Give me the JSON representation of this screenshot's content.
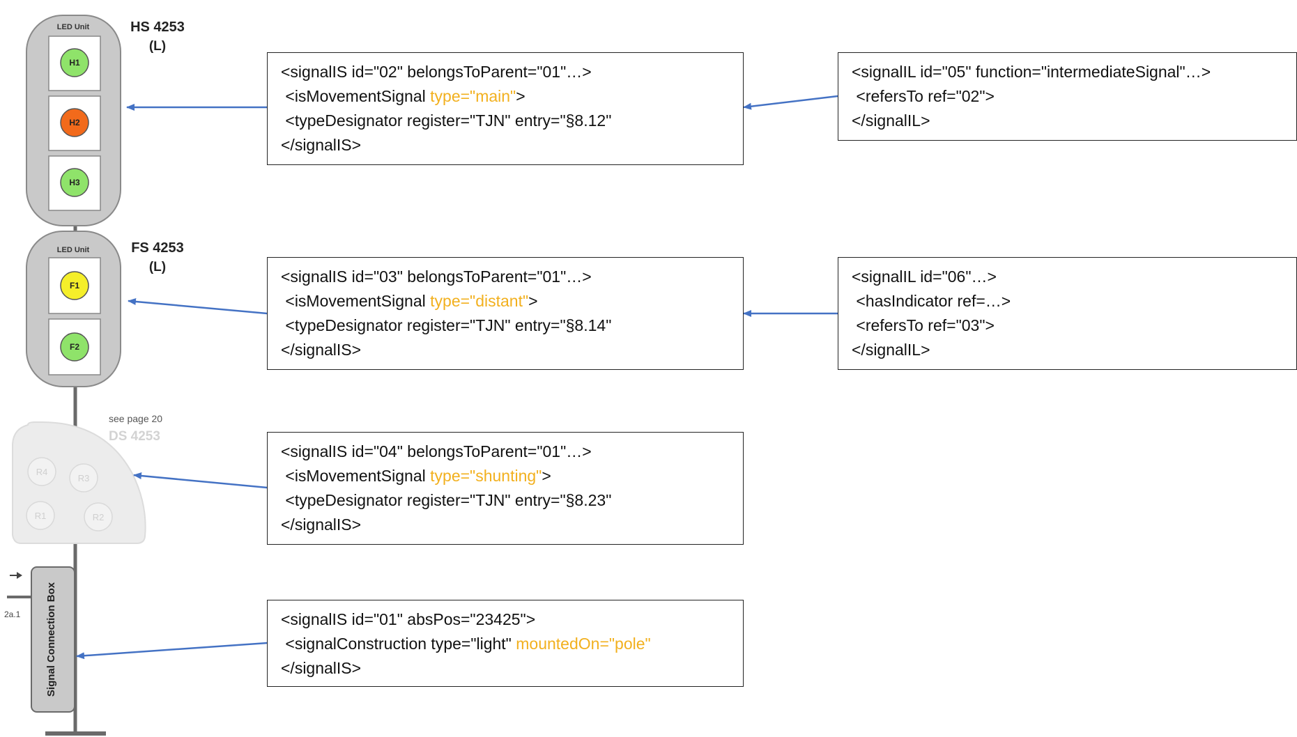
{
  "signals": {
    "hs": {
      "unit_label": "LED Unit",
      "title": "HS 4253",
      "side": "(L)",
      "lamps": [
        "H1",
        "H2",
        "H3"
      ],
      "lamp_colors": [
        "#8fe36a",
        "#f26a1b",
        "#8fe36a"
      ]
    },
    "fs": {
      "unit_label": "LED Unit",
      "title": "FS 4253",
      "side": "(L)",
      "lamps": [
        "F1",
        "F2"
      ],
      "lamp_colors": [
        "#f5ef2a",
        "#8fe36a"
      ]
    },
    "ds": {
      "note": "see page 20",
      "title": "DS 4253",
      "lamps": [
        "R4",
        "R3",
        "R1",
        "R2"
      ]
    },
    "box": {
      "label": "Signal Connection Box",
      "line_label": "2a.1"
    }
  },
  "code_boxes": [
    {
      "id": "box02",
      "lines": [
        [
          {
            "t": "<signalIS id=\"02\" belongsToParent=\"01\"…>"
          }
        ],
        [
          {
            "t": " <isMovementSignal "
          },
          {
            "t": "type=\"main\"",
            "hl": true
          },
          {
            "t": ">"
          }
        ],
        [
          {
            "t": " <typeDesignator register=\"TJN\" entry=\"§8.12\""
          }
        ],
        [
          {
            "t": "</signalIS>"
          }
        ]
      ]
    },
    {
      "id": "box05",
      "lines": [
        [
          {
            "t": "<signalIL id=\"05\" function=\"intermediateSignal\"…>"
          }
        ],
        [
          {
            "t": " <refersTo ref=\"02\">"
          }
        ],
        [
          {
            "t": "</signalIL>"
          }
        ]
      ]
    },
    {
      "id": "box03",
      "lines": [
        [
          {
            "t": "<signalIS id=\"03\" belongsToParent=\"01\"…>"
          }
        ],
        [
          {
            "t": " <isMovementSignal "
          },
          {
            "t": "type=\"distant\"",
            "hl": true
          },
          {
            "t": ">"
          }
        ],
        [
          {
            "t": " <typeDesignator register=\"TJN\" entry=\"§8.14\""
          }
        ],
        [
          {
            "t": "</signalIS>"
          }
        ]
      ]
    },
    {
      "id": "box06",
      "lines": [
        [
          {
            "t": "<signalIL id=\"06\"…>"
          }
        ],
        [
          {
            "t": " <hasIndicator ref=…>"
          }
        ],
        [
          {
            "t": " <refersTo ref=\"03\">"
          }
        ],
        [
          {
            "t": "</signalIL>"
          }
        ]
      ]
    },
    {
      "id": "box04",
      "lines": [
        [
          {
            "t": "<signalIS id=\"04\" belongsToParent=\"01\"…>"
          }
        ],
        [
          {
            "t": " <isMovementSignal "
          },
          {
            "t": "type=\"shunting\"",
            "hl": true
          },
          {
            "t": ">"
          }
        ],
        [
          {
            "t": " <typeDesignator register=\"TJN\" entry=\"§8.23\""
          }
        ],
        [
          {
            "t": "</signalIS>"
          }
        ]
      ]
    },
    {
      "id": "box01",
      "lines": [
        [
          {
            "t": "<signalIS id=\"01\" absPos=\"23425\">"
          }
        ],
        [
          {
            "t": " <signalConstruction type=\"light\" "
          },
          {
            "t": "mountedOn=\"pole\"",
            "hl": true
          }
        ],
        [
          {
            "t": "</signalIS>"
          }
        ]
      ]
    }
  ],
  "colors": {
    "arrow": "#4472c4",
    "highlight": "#f2b01e",
    "housing": "#c9c9c9",
    "faded": "#e6e6e6"
  }
}
